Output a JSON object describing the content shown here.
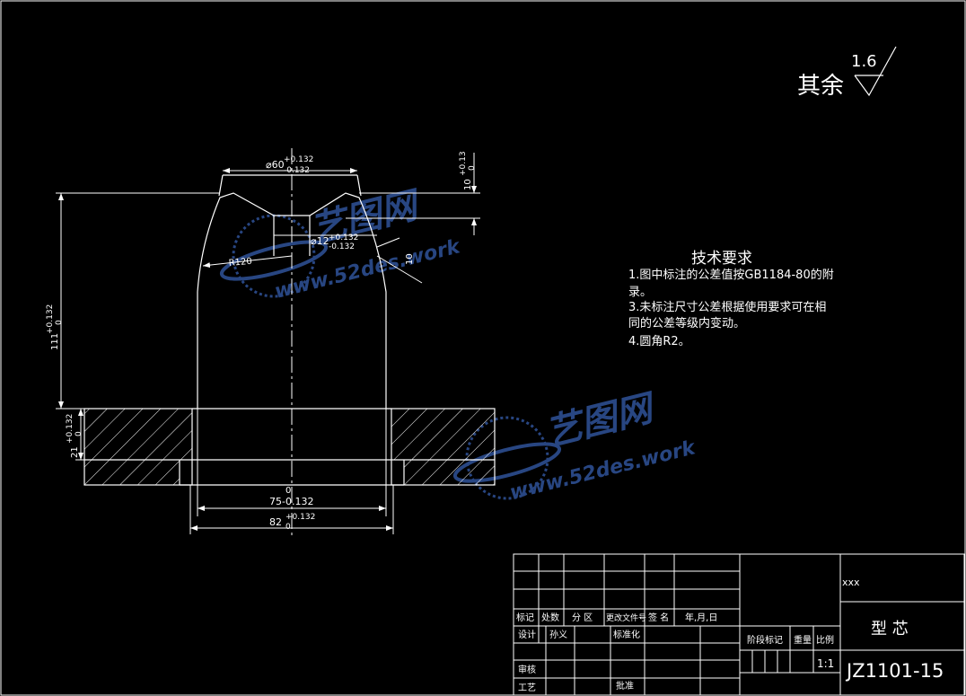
{
  "surface": {
    "label": "其余",
    "value": "1.6"
  },
  "dims": {
    "top_diameter": "⌀60",
    "top_tol_up": "+0.132",
    "top_tol_low": "-0.132",
    "hole_diameter": "⌀12",
    "hole_tol_up": "+0.132",
    "hole_tol_low": "-0.132",
    "radius": "R120",
    "angle": "10",
    "right_height": "10",
    "right_height_tol": "+0.13",
    "right_height_zero": "0",
    "total_height": "111",
    "total_height_tol": "+0.132",
    "total_height_zero": "0",
    "base_height": "21",
    "base_height_tol": "+0.132",
    "base_height_zero": "0",
    "bottom_zero": "0",
    "inner_width": "75-0.132",
    "outer_width": "82",
    "outer_width_tol": "+0.132",
    "outer_width_zero": "0"
  },
  "tech": {
    "title": "技术要求",
    "lines": [
      "1.图中标注的公差值按GB1184-80的附",
      "录。",
      "3.未标注尺寸公差根据使用要求可在相",
      "同的公差等级内变动。",
      "4.圆角R2。"
    ]
  },
  "watermark": {
    "brand": "艺图网",
    "url": "www.52des.work"
  },
  "title_block": {
    "col_labels": [
      "标记",
      "处数",
      "分 区",
      "更改文件号",
      "签 名",
      "年,月,日"
    ],
    "designer_label": "设计",
    "designer_name": "孙义",
    "standard_label": "标准化",
    "review_label": "审核",
    "process_label": "工艺",
    "approve_label": "批准",
    "stage_label": "阶段标记",
    "weight_label": "重量",
    "scale_label": "比例",
    "scale_value": "1:1",
    "company": "xxx",
    "part_name": "型 芯",
    "drawing_no": "JZ1101-15"
  },
  "colors": {
    "line": "#ffffff",
    "watermark": "#2b4a8a"
  }
}
